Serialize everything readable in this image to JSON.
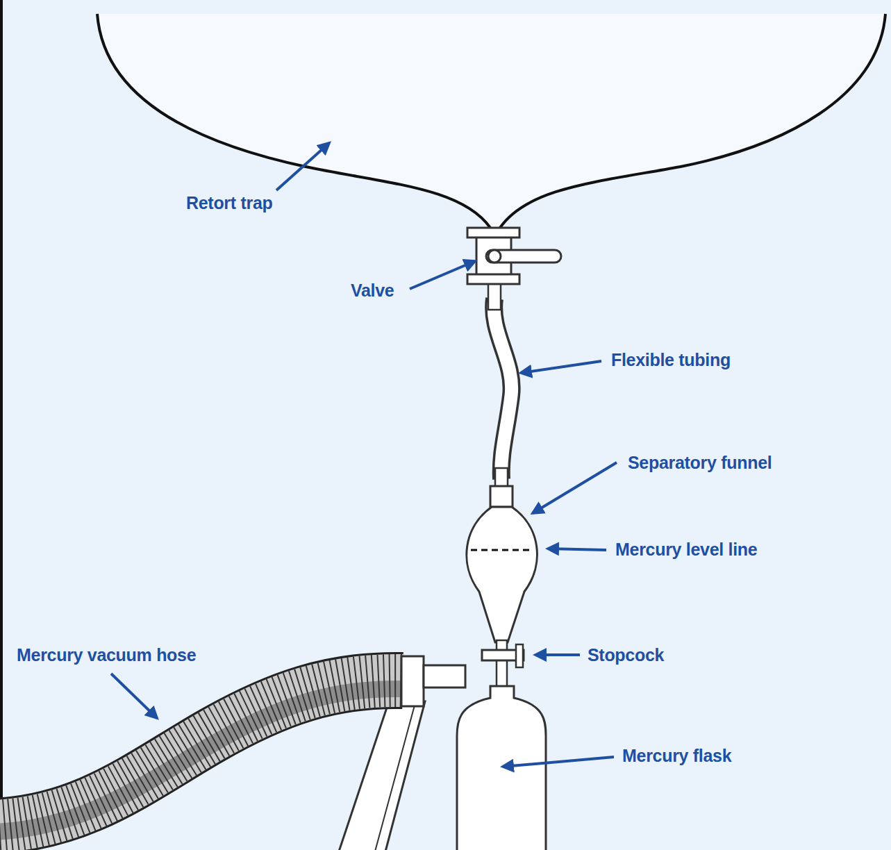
{
  "diagram": {
    "labels": [
      "Retort trap",
      "Valve",
      "Flexible tubing",
      "Separatory funnel",
      "Mercury level line",
      "Stopcock",
      "Mercury flask",
      "Mercury vacuum hose"
    ]
  }
}
